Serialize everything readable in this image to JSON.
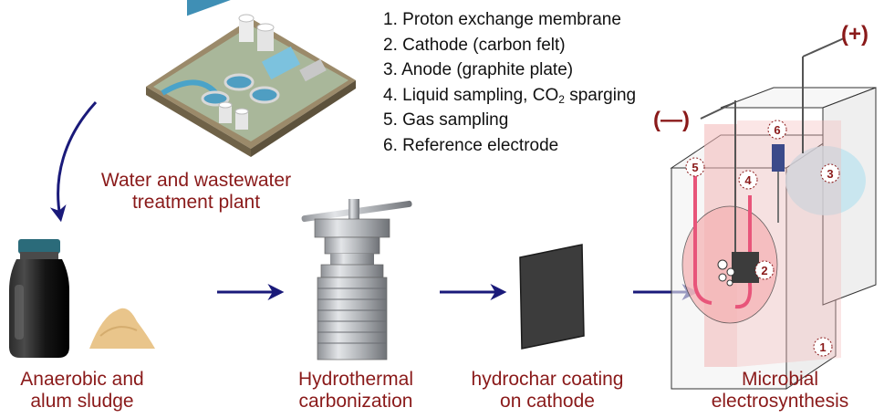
{
  "legend": [
    {
      "num": "1.",
      "text": "Proton exchange membrane"
    },
    {
      "num": "2.",
      "text": "Cathode (carbon felt)"
    },
    {
      "num": "3.",
      "text": "Anode (graphite plate)"
    },
    {
      "num": "4.",
      "text": "Liquid sampling, CO",
      "sub": "2",
      "after": " sparging"
    },
    {
      "num": "5.",
      "text": "Gas sampling"
    },
    {
      "num": "6.",
      "text": "Reference electrode"
    }
  ],
  "labels": {
    "plant": [
      "Water and wastewater",
      "treatment plant"
    ],
    "sludge": [
      "Anaerobic and",
      "alum sludge"
    ],
    "htc": [
      "Hydrothermal",
      "carbonization"
    ],
    "coating": [
      "hydrochar coating",
      "on cathode"
    ],
    "mes": [
      "Microbial",
      "electrosynthesis"
    ]
  },
  "polarity": {
    "negative": "(—)",
    "positive": "(+)"
  },
  "markers": [
    "1",
    "2",
    "3",
    "4",
    "5",
    "6"
  ],
  "colors": {
    "label": "#8a1a1a",
    "arrow": "#1a1a7a",
    "legend_text": "#111111"
  }
}
